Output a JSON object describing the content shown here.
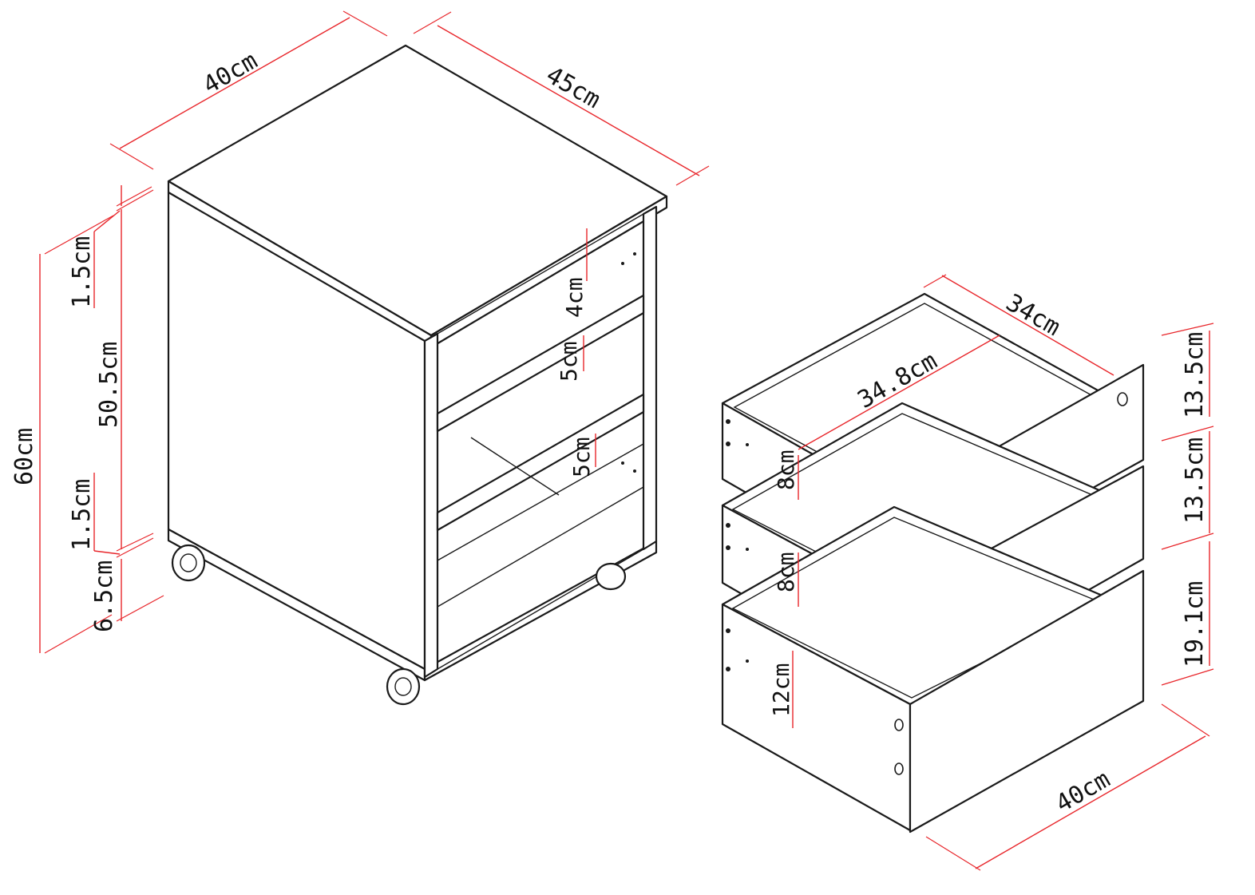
{
  "cabinet": {
    "width": "40cm",
    "depth": "45cm",
    "height_total": "60cm",
    "top_thickness": "1.5cm",
    "body_height": "50.5cm",
    "bottom_thickness": "1.5cm",
    "caster_height": "6.5cm",
    "gap_top": "4cm",
    "rail_upper": "5cm",
    "rail_lower": "5cm"
  },
  "drawers": {
    "inner_width": "34cm",
    "inner_depth": "34.8cm",
    "top_depth": "8cm",
    "middle_depth": "8cm",
    "bottom_depth": "12cm",
    "front_top": "13.5cm",
    "front_middle": "13.5cm",
    "front_bottom": "19.1cm",
    "front_width": "40cm"
  },
  "colors": {
    "outline": "#1a1a1a",
    "dimension": "#e8262b"
  }
}
